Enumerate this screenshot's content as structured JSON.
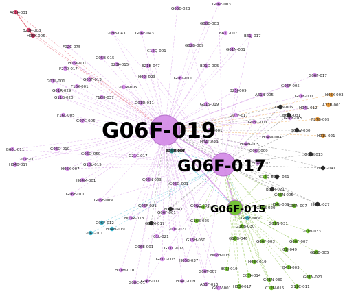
{
  "colors": {
    "background": "#ffffff",
    "violet": "#d58ee8",
    "violet_edge": "#d9a3e8",
    "green": "#6fbf2f",
    "green_edge": "#9cc964",
    "cyan": "#3fb8d0",
    "cyan_edge": "#73cfe0",
    "red": "#d93d6a",
    "red_edge": "#e56b7b",
    "orange": "#e89a3a",
    "orange_edge": "#f0b060",
    "black": "#2e2e2e",
    "black_edge": "#888888",
    "teal": "#2a8f8a"
  },
  "hubs": [
    {
      "id": "hub19",
      "label": "G06F-019",
      "group": "violet"
    },
    {
      "id": "hub17",
      "label": "G06F-017",
      "group": "violet"
    },
    {
      "id": "hub15",
      "label": "G06F-015",
      "group": "green"
    }
  ],
  "nodes": [
    {
      "label": "A61K-031",
      "group": "red"
    },
    {
      "label": "B23P-003",
      "group": "red"
    },
    {
      "label": "H05K-005",
      "group": "red"
    },
    {
      "label": "G06F-003",
      "group": "violet"
    },
    {
      "label": "G05B-023",
      "group": "violet"
    },
    {
      "label": "G06F-043",
      "group": "violet"
    },
    {
      "label": "G09B-043",
      "group": "violet"
    },
    {
      "label": "G08B-003",
      "group": "violet"
    },
    {
      "label": "B61L-007",
      "group": "violet"
    },
    {
      "label": "B61J-017",
      "group": "violet"
    },
    {
      "label": "F02C-075",
      "group": "violet"
    },
    {
      "label": "C12Q-001",
      "group": "violet"
    },
    {
      "label": "G02B-009",
      "group": "violet"
    },
    {
      "label": "G01N-001",
      "group": "violet"
    },
    {
      "label": "G05B-015",
      "group": "violet"
    },
    {
      "label": "H05K-001",
      "group": "violet"
    },
    {
      "label": "B23K-015",
      "group": "violet"
    },
    {
      "label": "F27D-017",
      "group": "violet"
    },
    {
      "label": "E21B-047",
      "group": "violet"
    },
    {
      "label": "B01D-005",
      "group": "violet"
    },
    {
      "label": "G06F-013",
      "group": "violet"
    },
    {
      "label": "G01L-001",
      "group": "violet"
    },
    {
      "label": "H02J-023",
      "group": "violet"
    },
    {
      "label": "G06T-011",
      "group": "violet"
    },
    {
      "label": "G01M-005",
      "group": "violet"
    },
    {
      "label": "F16K-001",
      "group": "violet"
    },
    {
      "label": "G01R-029",
      "group": "violet"
    },
    {
      "label": "G11B-020",
      "group": "violet"
    },
    {
      "label": "F16H-037",
      "group": "violet"
    },
    {
      "label": "G01D-011",
      "group": "violet"
    },
    {
      "label": "B25J-009",
      "group": "violet"
    },
    {
      "label": "A61B-005",
      "group": "violet"
    },
    {
      "label": "G01S-019",
      "group": "violet"
    },
    {
      "label": "F16L-005",
      "group": "violet"
    },
    {
      "label": "G07C-005",
      "group": "violet"
    },
    {
      "label": "G07F-017",
      "group": "violet"
    },
    {
      "label": "G08G-001",
      "group": "violet"
    },
    {
      "label": "G09C-001",
      "group": "violet"
    },
    {
      "label": "H04W-004",
      "group": "violet"
    },
    {
      "label": "H04L-029",
      "group": "violet"
    },
    {
      "label": "H04N-005",
      "group": "violet"
    },
    {
      "label": "G06K-009",
      "group": "violet"
    },
    {
      "label": "G06Q-010",
      "group": "violet"
    },
    {
      "label": "G06Q-050",
      "group": "violet"
    },
    {
      "label": "G21C-017",
      "group": "violet"
    },
    {
      "label": "G10L-015",
      "group": "violet"
    },
    {
      "label": "H04B-007",
      "group": "violet"
    },
    {
      "label": "H04M-001",
      "group": "violet"
    },
    {
      "label": "G06N-003",
      "group": "violet"
    },
    {
      "label": "G05D-001",
      "group": "violet"
    },
    {
      "label": "G06F-011",
      "group": "violet"
    },
    {
      "label": "G06F-009",
      "group": "violet"
    },
    {
      "label": "G06F-021",
      "group": "violet"
    },
    {
      "label": "G06F-001",
      "group": "violet"
    },
    {
      "label": "H03M-013",
      "group": "violet"
    },
    {
      "label": "G06G-007",
      "group": "violet"
    },
    {
      "label": "G01C-021",
      "group": "violet"
    },
    {
      "label": "H01L-021",
      "group": "violet"
    },
    {
      "label": "G16H-050",
      "group": "violet"
    },
    {
      "label": "G11C-007",
      "group": "violet"
    },
    {
      "label": "G06E-001",
      "group": "violet"
    },
    {
      "label": "H02H-003",
      "group": "violet"
    },
    {
      "label": "G21D-003",
      "group": "violet"
    },
    {
      "label": "G06T-007",
      "group": "violet"
    },
    {
      "label": "H04Q-009",
      "group": "violet"
    },
    {
      "label": "G01V-001",
      "group": "violet"
    },
    {
      "label": "G06F-007",
      "group": "violet"
    },
    {
      "label": "H01M-010",
      "group": "violet"
    },
    {
      "label": "G08C-017",
      "group": "violet"
    },
    {
      "label": "H05B-037",
      "group": "violet"
    },
    {
      "label": "A63F-013",
      "group": "violet"
    },
    {
      "label": "G06F-005",
      "group": "violet"
    },
    {
      "label": "G01F-001",
      "group": "violet"
    },
    {
      "label": "H04L-012",
      "group": "violet"
    },
    {
      "label": "G06F-015",
      "group": "violet"
    },
    {
      "label": "B60L-011",
      "group": "violet"
    },
    {
      "label": "G03F-007",
      "group": "violet"
    },
    {
      "label": "H04B-017",
      "group": "violet"
    },
    {
      "label": "H05K-007",
      "group": "violet"
    },
    {
      "label": "G06F-017",
      "group": "violet"
    },
    {
      "label": "H05K-003",
      "group": "orange"
    },
    {
      "label": "A21B-001",
      "group": "orange"
    },
    {
      "label": "F27B-009",
      "group": "orange"
    },
    {
      "label": "H01L-021",
      "group": "orange"
    },
    {
      "label": "A61N-005",
      "group": "black"
    },
    {
      "label": "B60K-031",
      "group": "black"
    },
    {
      "label": "B60W-030",
      "group": "black"
    },
    {
      "label": "G01K-013",
      "group": "black"
    },
    {
      "label": "F02D-041",
      "group": "black"
    },
    {
      "label": "F16H-061",
      "group": "black"
    },
    {
      "label": "B60R-021",
      "group": "black"
    },
    {
      "label": "H01L-027",
      "group": "black"
    },
    {
      "label": "F02D-041",
      "group": "black"
    },
    {
      "label": "G01M-017",
      "group": "black"
    },
    {
      "label": "G01N-031",
      "group": "green"
    },
    {
      "label": "G01N-033",
      "group": "green"
    },
    {
      "label": "G06F-003",
      "group": "green"
    },
    {
      "label": "G16B-005",
      "group": "green"
    },
    {
      "label": "G16B-040",
      "group": "green"
    },
    {
      "label": "H01J-049",
      "group": "green"
    },
    {
      "label": "H03K-019",
      "group": "green"
    },
    {
      "label": "B41J-003",
      "group": "green"
    },
    {
      "label": "C07K-014",
      "group": "green"
    },
    {
      "label": "G01N-021",
      "group": "green"
    },
    {
      "label": "G01N-030",
      "group": "green"
    },
    {
      "label": "G11C-011",
      "group": "green"
    },
    {
      "label": "H03K-017",
      "group": "green"
    },
    {
      "label": "B01J-019",
      "group": "green"
    },
    {
      "label": "C12N-015",
      "group": "green"
    },
    {
      "label": "G16B-025",
      "group": "green"
    },
    {
      "label": "G16B-030",
      "group": "green"
    },
    {
      "label": "H04L-009",
      "group": "green"
    },
    {
      "label": "G16B-020",
      "group": "green"
    },
    {
      "label": "C12Q-001",
      "group": "green"
    },
    {
      "label": "G06N-005",
      "group": "green"
    },
    {
      "label": "G06N-007",
      "group": "green"
    },
    {
      "label": "H01L-031",
      "group": "green"
    },
    {
      "label": "G06F-007",
      "group": "green"
    },
    {
      "label": "G06F-009",
      "group": "cyan"
    },
    {
      "label": "G06F-012",
      "group": "cyan"
    },
    {
      "label": "H04N-019",
      "group": "cyan"
    },
    {
      "label": "G06T-001",
      "group": "cyan"
    },
    {
      "label": "G11C-016",
      "group": "cyan"
    },
    {
      "label": "H03M-007",
      "group": "cyan"
    },
    {
      "label": "B23Q-041",
      "group": "teal"
    },
    {
      "label": "B21D-001",
      "group": "teal"
    },
    {
      "label": "G05B-019",
      "group": "teal"
    }
  ]
}
